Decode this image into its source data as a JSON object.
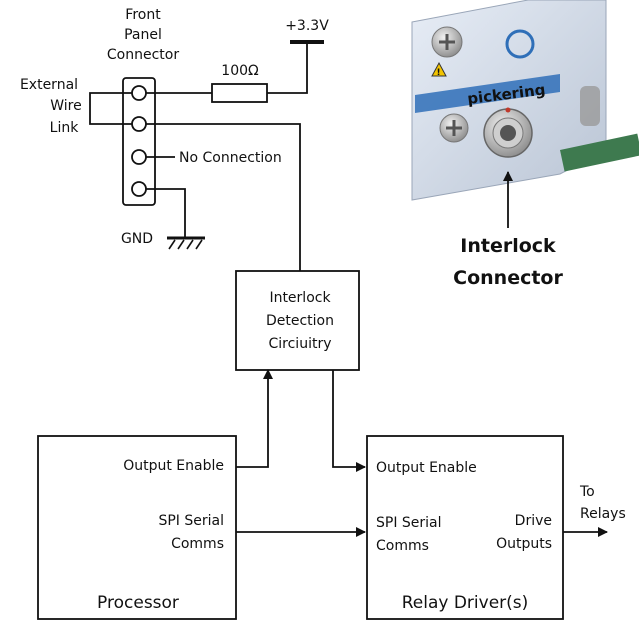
{
  "labels": {
    "front_panel_connector": [
      "Front",
      "Panel",
      "Connector"
    ],
    "external_wire_link": [
      "External",
      "Wire",
      "Link"
    ],
    "resistor": "100Ω",
    "supply": "+3.3V",
    "no_connection": "No Connection",
    "gnd": "GND",
    "interlock_detection": [
      "Interlock",
      "Detection",
      "Circiuitry"
    ],
    "processor_output_enable": "Output Enable",
    "processor_spi": [
      "SPI Serial",
      "Comms"
    ],
    "processor_title": "Processor",
    "relay_output_enable": "Output Enable",
    "relay_spi": [
      "SPI Serial",
      "Comms"
    ],
    "relay_drive": [
      "Drive",
      "Outputs"
    ],
    "relay_title": "Relay Driver(s)",
    "to_relays": [
      "To",
      "Relays"
    ],
    "interlock_connector": [
      "Interlock",
      "Connector"
    ],
    "panel_brand": "pickering"
  }
}
